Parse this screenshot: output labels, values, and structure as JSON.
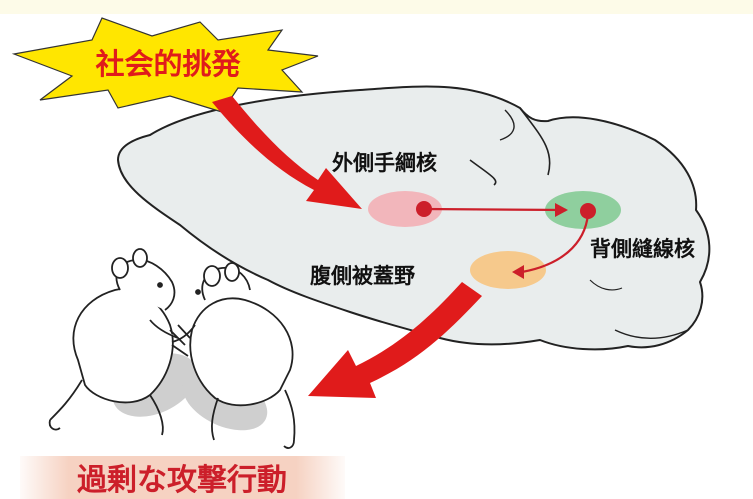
{
  "starburst": {
    "label": "社会的挑発"
  },
  "regions": {
    "lateral_habenula": "外側手綱核",
    "dorsal_raphe": "背側縫線核",
    "vta": "腹側被蓋野"
  },
  "outcome": {
    "label": "過剰な攻撃行動"
  },
  "colors": {
    "top_band": "#fdfbe8",
    "brain_fill": "#e9eded",
    "burst_fill": "#ffe600",
    "accent_red": "#e01b1b",
    "pathway_red": "#cc1f2a",
    "habenula_fill": "#f2b6bb",
    "raphe_fill": "#8fcf9e",
    "vta_fill": "#f6c98c",
    "outcome_band": "#f6d2c2"
  }
}
